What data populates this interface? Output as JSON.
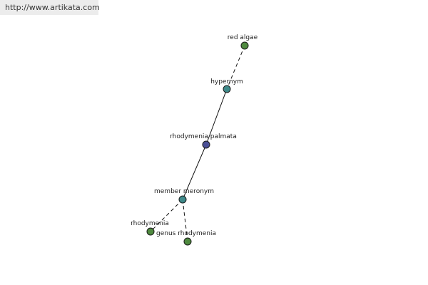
{
  "header": {
    "url": "http://www.artikata.com"
  },
  "graph": {
    "center": "rhodymenia palmata",
    "nodes": [
      {
        "id": "red_algae",
        "label": "red algae",
        "kind": "term",
        "color": "#4f8a3f"
      },
      {
        "id": "hypernym",
        "label": "hypernym",
        "kind": "relation",
        "color": "#3f8a8a"
      },
      {
        "id": "rhodymenia_palmata",
        "label": "rhodymenia palmata",
        "kind": "center",
        "color": "#4a4f96"
      },
      {
        "id": "member_meronym",
        "label": "member meronym",
        "kind": "relation",
        "color": "#3f8a8a"
      },
      {
        "id": "rhodymenia",
        "label": "rhodymenia",
        "kind": "term",
        "color": "#4f8a3f"
      },
      {
        "id": "genus_rhodymenia",
        "label": "genus rhodymenia",
        "kind": "term",
        "color": "#4f8a3f"
      }
    ],
    "edges": [
      {
        "from": "red_algae",
        "to": "hypernym",
        "style": "dashed"
      },
      {
        "from": "hypernym",
        "to": "rhodymenia_palmata",
        "style": "solid"
      },
      {
        "from": "rhodymenia_palmata",
        "to": "member_meronym",
        "style": "solid"
      },
      {
        "from": "member_meronym",
        "to": "rhodymenia",
        "style": "dashed"
      },
      {
        "from": "member_meronym",
        "to": "genus_rhodymenia",
        "style": "dashed"
      }
    ]
  }
}
